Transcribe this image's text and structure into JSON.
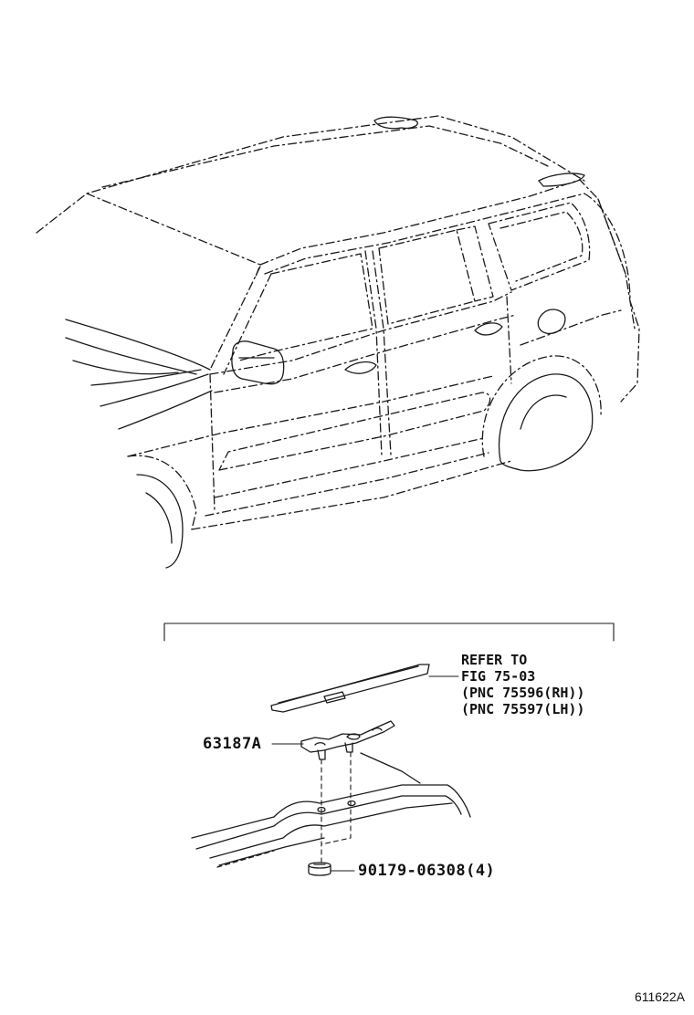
{
  "callout": {
    "line1": "REFER TO",
    "line2": "FIG 75-03",
    "line3": "(PNC 75596(RH))",
    "line4": "(PNC 75597(LH))"
  },
  "parts": {
    "bracket_part_no": "63187A",
    "screw_part_no": "90179-06308(4)"
  },
  "figure_id": "611622A"
}
